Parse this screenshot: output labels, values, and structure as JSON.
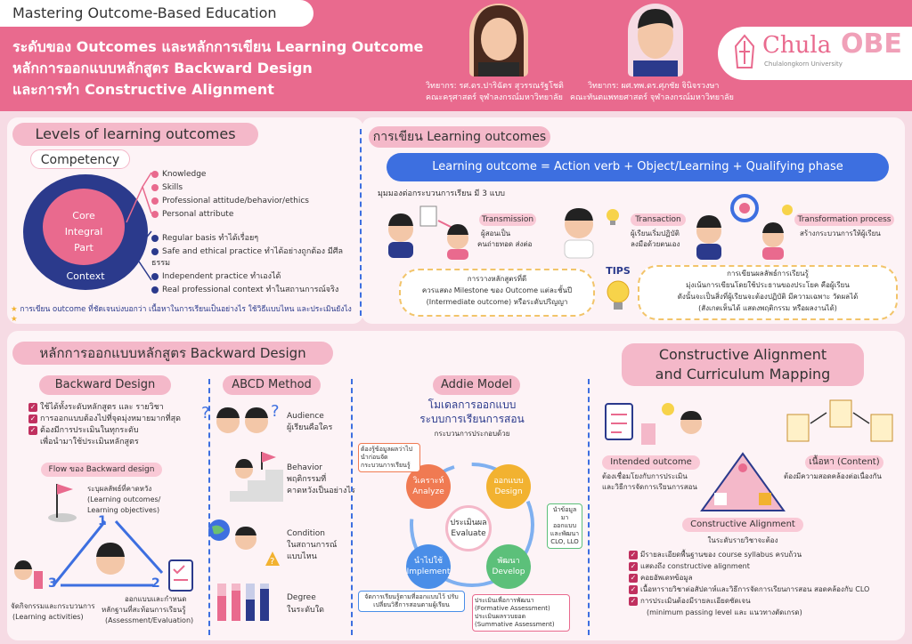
{
  "header": {
    "course": "Mastering Outcome-Based Education",
    "title_line1": "ระดับของ Outcomes และหลักการเขียน Learning Outcome",
    "title_line2": "หลักการออกแบบหลักสูตร Backward Design",
    "title_line3": "และการทำ Constructive Alignment",
    "speaker1": "วิทยากร: รศ.ดร.ปาริฉัตร สุวรรณรัฐโชติ",
    "speaker1_org": "คณะครุศาสตร์ จุฬาลงกรณ์มหาวิทยาลัย",
    "speaker2": "วิทยากร: ผศ.ทพ.ดร.ศุภชัย จินิจรวงษา",
    "speaker2_org": "คณะทันตแพทยศาสตร์ จุฬาลงกรณ์มหาวิทยาลัย",
    "logo_chula": "Chula",
    "logo_sub": "Chulalongkorn University",
    "logo_obe": "OBE"
  },
  "levels": {
    "title": "Levels of learning outcomes",
    "competency": "Competency",
    "core": "Core",
    "integral": "Integral",
    "part": "Part",
    "context": "Context",
    "part_items": [
      "Knowledge",
      "Skills",
      "Professional attitude/behavior/ethics",
      "Personal attribute"
    ],
    "context_items": [
      "Regular basis ทำได้เรื่อยๆ",
      "Safe and ethical practice ทำได้อย่างถูกต้อง มีศีลธรรม",
      "Independent practice ทำเองได้",
      "Real professional context ทำในสถานการณ์จริง"
    ],
    "note": "การเขียน outcome ที่ชัดเจนบ่งบอกว่า เนื้อหาในการเรียนเป็นอย่างไร ใช้วิธีแบบไหน และประเมินยังไง"
  },
  "writing": {
    "title": "การเขียน Learning outcomes",
    "formula": "Learning outcome = Action verb + Object/Learning + Qualifying phase",
    "views": "มุมมองต่อกระบวนการเรียน มี 3 แบบ",
    "transmission": "Transmission",
    "transmission_d1": "ผู้สอนเป็น",
    "transmission_d2": "คนถ่ายทอด ส่งต่อ",
    "transaction": "Transaction",
    "transaction_d1": "ผู้เรียนเริ่มปฏิบัติ",
    "transaction_d2": "ลงมือด้วยตนเอง",
    "transformation": "Transformation process",
    "transformation_d": "สร้างกระบวนการให้ผู้เรียน",
    "tip_left1": "การวางหลักสูตรที่ดี",
    "tip_left2": "ควรแสดง Milestone ของ Outcome แต่ละชั้นปี",
    "tip_left3": "(Intermediate outcome) หรือระดับปริญญา",
    "tips": "TIPS",
    "tip_right1": "การเขียนผลลัพธ์การเรียนรู้",
    "tip_right2": "มุ่งเน้นการเขียนโดยใช้ประธานของประโยค คือผู้เรียน",
    "tip_right3": "ดังนั้นจะเป็นสิ่งที่ผู้เรียนจะต้องปฏิบัติ มีความเฉพาะ วัดผลได้",
    "tip_right4": "(สังเกตเห็นได้ แสดงพฤติกรรม หรือผลงานได้)"
  },
  "backward": {
    "section": "หลักการออกแบบหลักสูตร Backward Design",
    "title": "Backward Design",
    "checks": [
      "ใช้ได้ทั้งระดับหลักสูตร และ รายวิชา",
      "การออกแบบต้องไปที่จุดมุ่งหมายมากที่สุด",
      "ต้องมีการประเมินในทุกระดับ",
      "เพื่อนำมาใช้ประเมินหลักสูตร"
    ],
    "flow": "Flow ของ Backward design",
    "step1a": "ระบุผลลัพธ์ที่คาดหวัง",
    "step1b": "(Learning outcomes/",
    "step1c": "Learning objectives)",
    "step2a": "ออกแบบและกำหนด",
    "step2b": "หลักฐานที่สะท้อนการเรียนรู้",
    "step2c": "(Assessment/Evaluation)",
    "step3a": "จัดกิจกรรมและกระบวนการ",
    "step3b": "(Learning activities)",
    "n1": "1",
    "n2": "2",
    "n3": "3"
  },
  "abcd": {
    "title": "ABCD Method",
    "a1": "Audience",
    "a2": "ผู้เรียนคือใคร",
    "b1": "Behavior",
    "b2": "พฤติกรรมที่",
    "b3": "คาดหวังเป็นอย่างไร",
    "c1": "Condition",
    "c2": "ในสถานการณ์",
    "c3": "แบบไหน",
    "d1": "Degree",
    "d2": "ในระดับใด"
  },
  "addie": {
    "title": "Addie Model",
    "sub1": "โมเดลการออกแบบ",
    "sub2": "ระบบการเรียนการสอน",
    "sub3": "กระบวนการประกอบด้วย",
    "analyze_th": "วิเคราะห์",
    "analyze": "Analyze",
    "design_th": "ออกแบบ",
    "design": "Design",
    "develop_th": "พัฒนา",
    "develop": "Develop",
    "implement_th": "นำไปใช้",
    "implement": "Implement",
    "evaluate_th": "ประเมินผล",
    "evaluate": "Evaluate",
    "note_analyze": "ต้องรู้ข้อมูลผลว่าไปนำก่อนจัดกระบวนการเรียนรู้",
    "note_design": "นำข้อมูลมาออกแบบและพัฒนา CLO, LLO",
    "note_implement": "จัดการเรียนรู้ตามที่ออกแบบไว้ ปรับเปลี่ยนวิธีการสอนตามผู้เรียน",
    "note_eval1": "ประเมินเพื่อการพัฒนา",
    "note_eval2": "(Formative Assessment)",
    "note_eval3": "ประเมินผลรวบยอด",
    "note_eval4": "(Summative Assessment)"
  },
  "ca": {
    "title1": "Constructive Alignment",
    "title2": "and Curriculum Mapping",
    "intended": "Intended outcome",
    "intended_d1": "ต้องเชื่อมโยงกับการประเมิน",
    "intended_d2": "และวิธีการจัดการเรียนการสอน",
    "content": "เนื้อหา (Content)",
    "content_d": "ต้องมีความสอดคล้องต่อเนื่องกัน",
    "ca_label": "Constructive Alignment",
    "ca_d": "ในระดับรายวิชาจะต้อง",
    "checks": [
      "มีรายละเอียดพื้นฐานของ course syllabus ครบถ้วน",
      "แสดงถึง constructive alignment",
      "คอยอัพเดทข้อมูล",
      "เนื้อหารายวิชาต่อสัปดาห์และวิธีการจัดการเรียนการสอน สอดคล้องกับ CLO",
      "การประเมินต้องมีรายละเอียดชัดเจน"
    ],
    "check_last2": "(minimum passing level และ แนวทางตัดเกรด)"
  },
  "colors": {
    "pink": "#e96a8e",
    "blue": "#3d6fe0",
    "navy": "#2b3a8c"
  }
}
